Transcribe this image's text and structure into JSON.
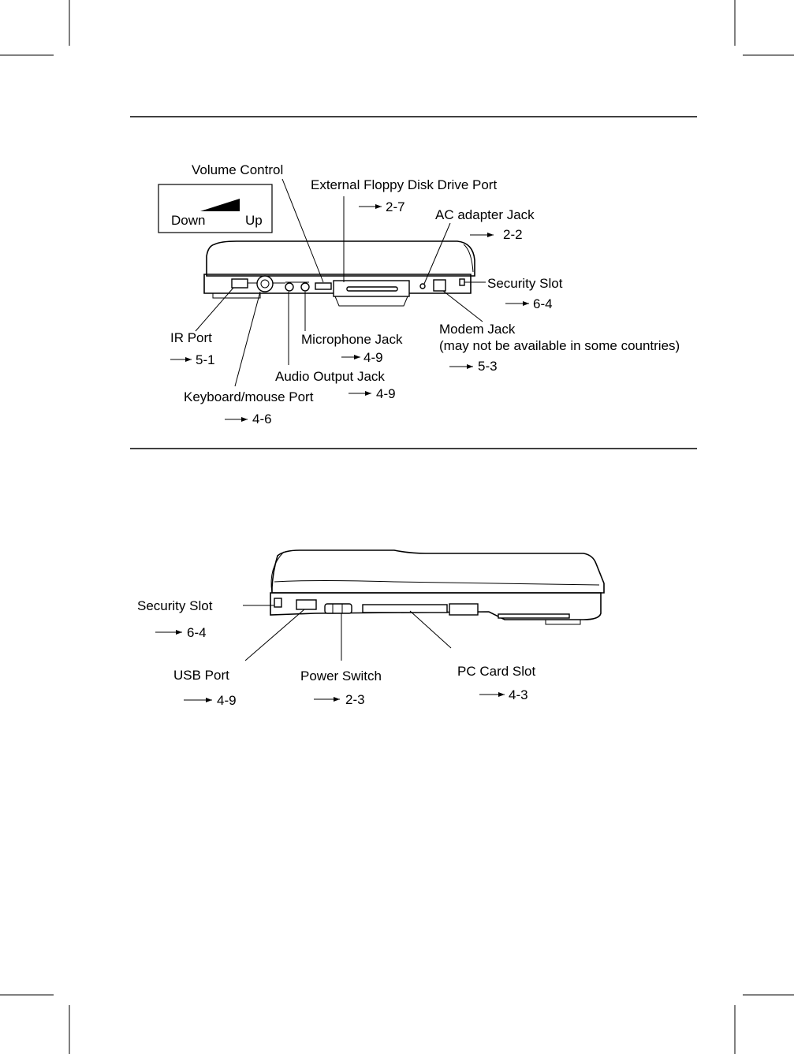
{
  "top_figure": {
    "volume_control": "Volume Control",
    "volume_down": "Down",
    "volume_up": "Up",
    "floppy_port": "External Floppy Disk Drive Port",
    "floppy_ref": "2-7",
    "ac_jack": "AC adapter Jack",
    "ac_ref": "2-2",
    "security_slot": "Security Slot",
    "security_ref": "6-4",
    "ir_port": "IR Port",
    "ir_ref": "5-1",
    "microphone_jack": "Microphone Jack",
    "microphone_ref": "4-9",
    "modem_jack": "Modem Jack",
    "modem_note": "(may not be available in some countries)",
    "modem_ref": "5-3",
    "audio_output": "Audio Output Jack",
    "audio_ref": "4-9",
    "keyboard_port": "Keyboard/mouse Port",
    "keyboard_ref": "4-6"
  },
  "bottom_figure": {
    "security_slot": "Security Slot",
    "security_ref": "6-4",
    "usb_port": "USB Port",
    "usb_ref": "4-9",
    "power_switch": "Power Switch",
    "power_ref": "2-3",
    "pc_card_slot": "PC Card Slot",
    "pc_card_ref": "4-3"
  }
}
